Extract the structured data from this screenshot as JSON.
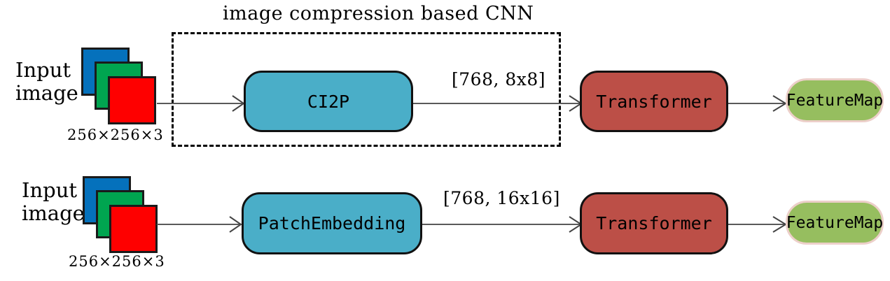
{
  "diagram": {
    "title": "image compression based CNN",
    "group_box_label": "image compression based CNN",
    "rows": [
      {
        "input_label_line1": "Input",
        "input_label_line2": "image",
        "input_dims": "256×256×3",
        "process_label": "CI2P",
        "tensor_label": "[768, 8x8]",
        "transformer_label": "Transformer",
        "output_label": "FeatureMap"
      },
      {
        "input_label_line1": "Input",
        "input_label_line2": "image",
        "input_dims": "256×256×3",
        "process_label": "PatchEmbedding",
        "tensor_label": "[768, 16x16]",
        "transformer_label": "Transformer",
        "output_label": "FeatureMap"
      }
    ]
  },
  "colors": {
    "teal_box": "#4aaec8",
    "red_box": "#bc4f47",
    "green_pill": "#96be5f",
    "pill_border": "#eccfc9",
    "plane_blue": "#0571bc",
    "plane_green": "#00a550",
    "plane_red": "#fe0000",
    "connector": "#595959",
    "outline": "#111111"
  }
}
